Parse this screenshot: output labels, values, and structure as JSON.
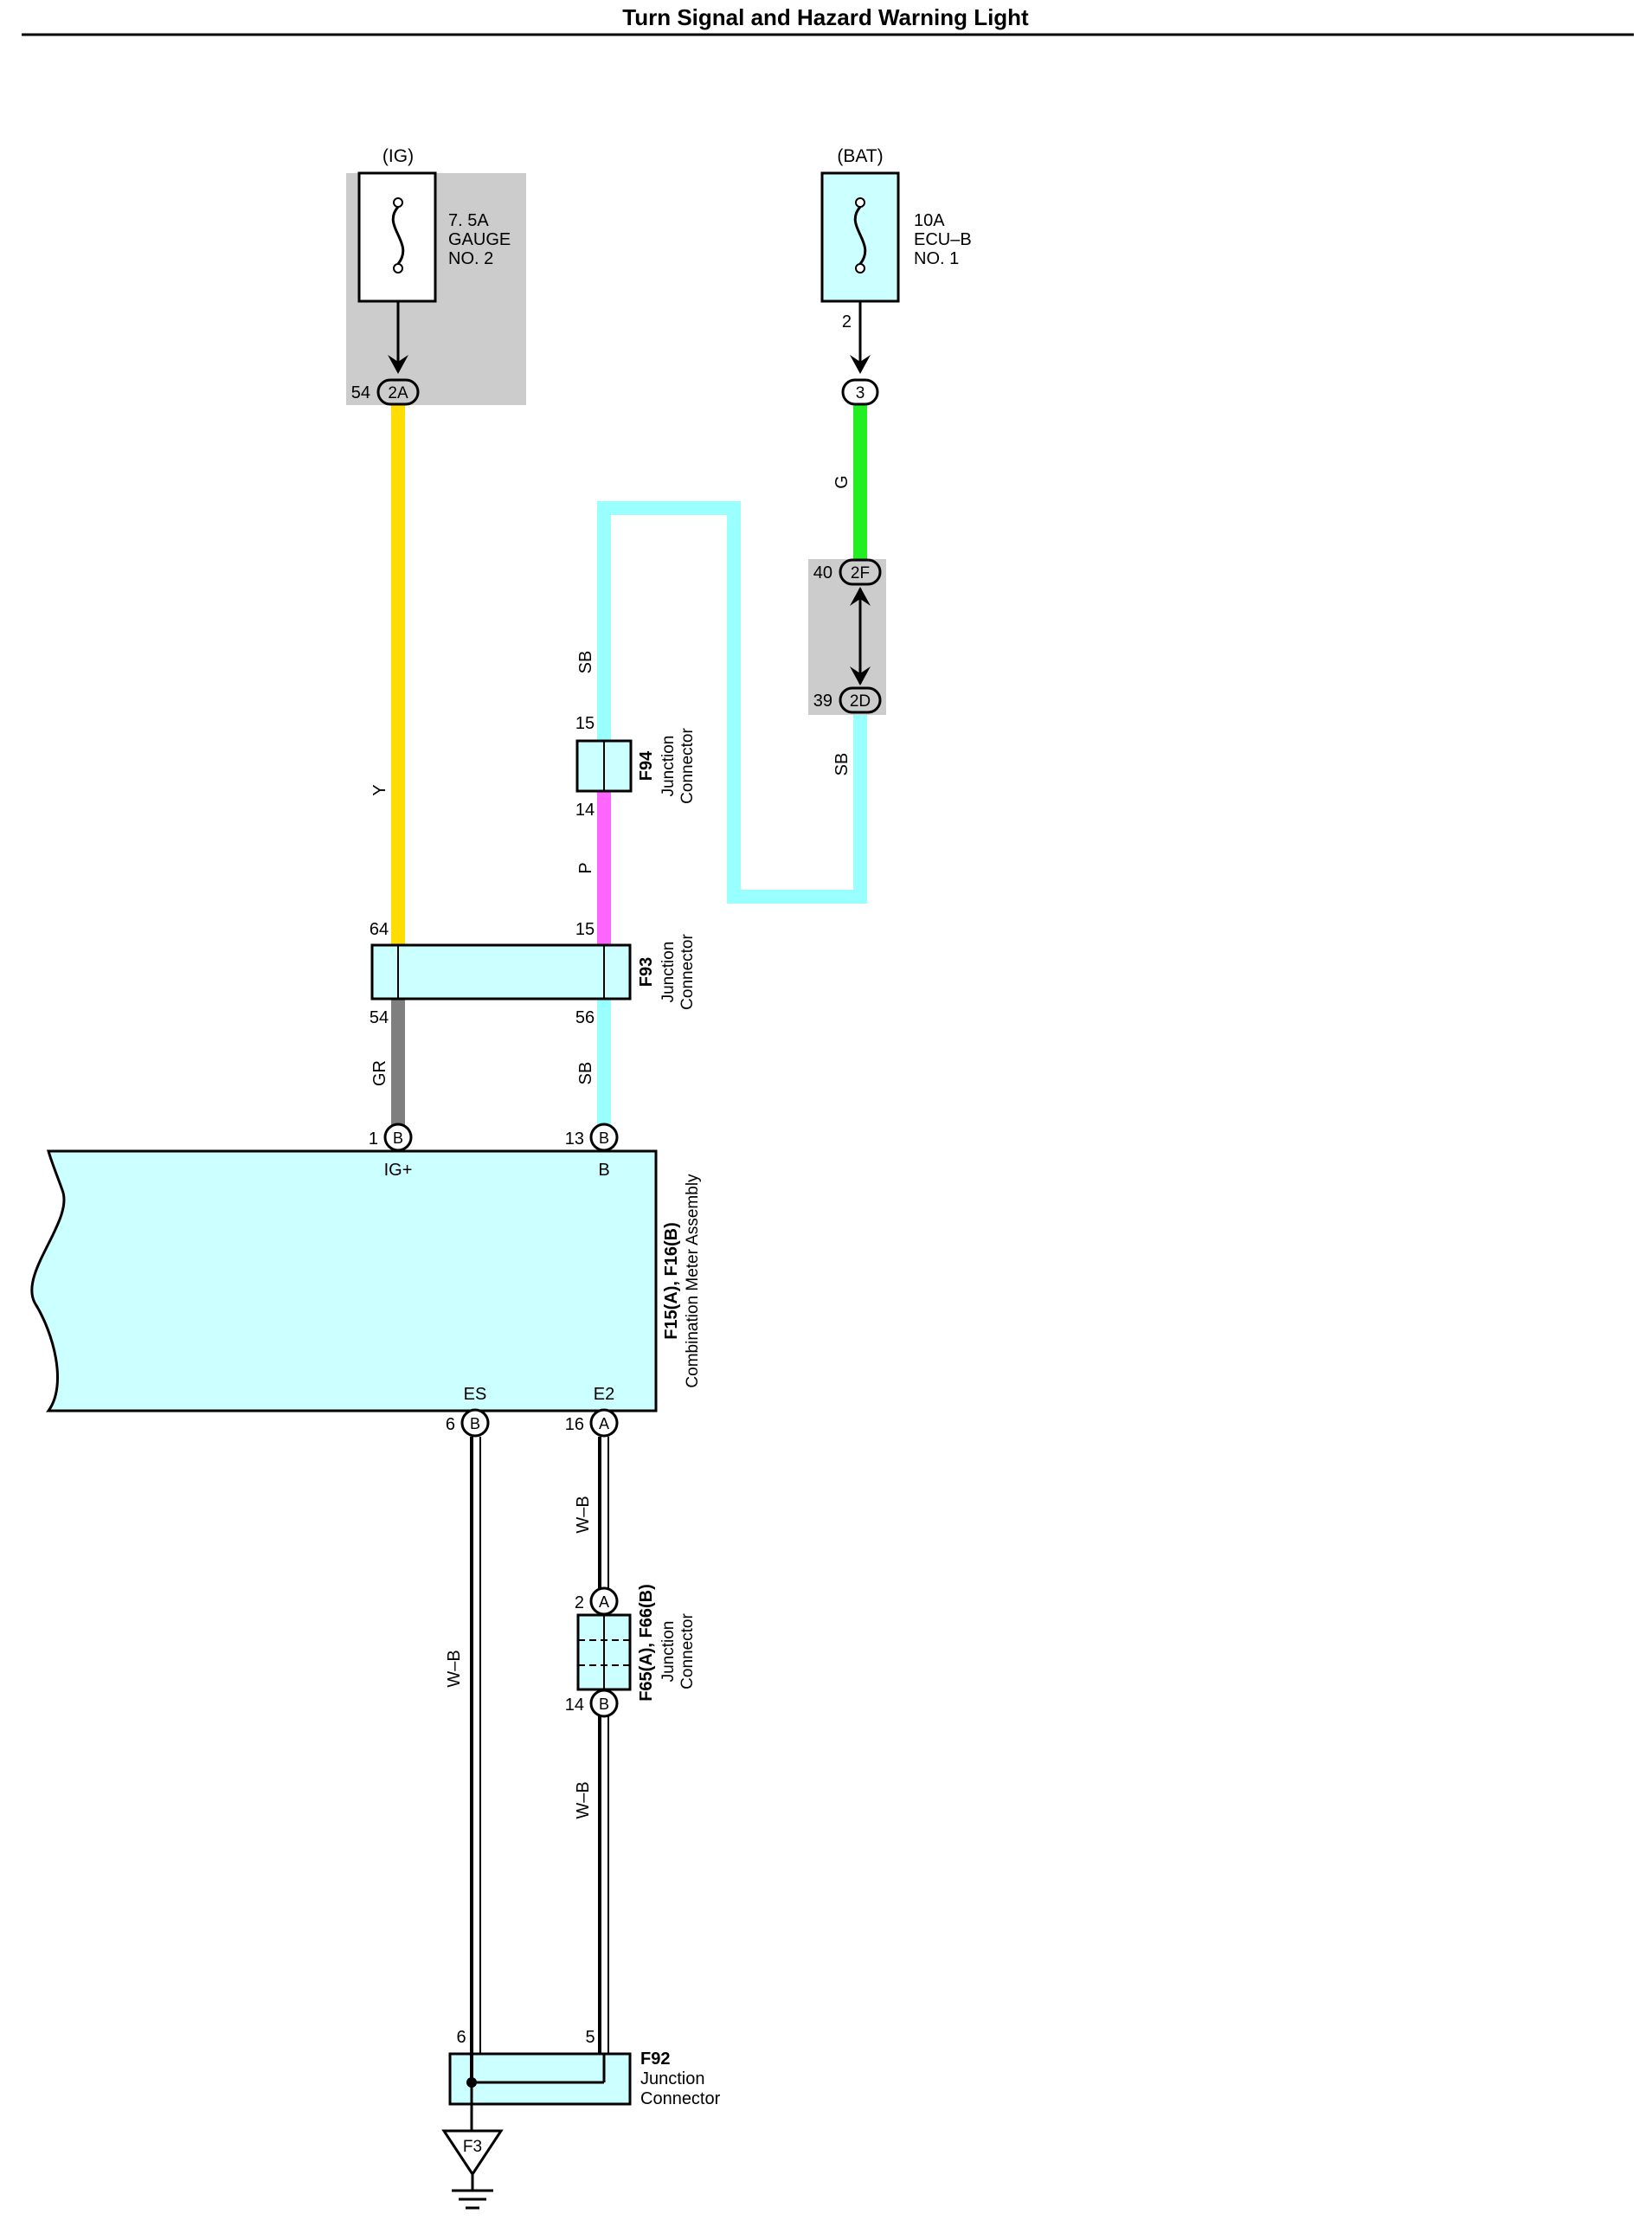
{
  "title": "Turn Signal and Hazard Warning Light",
  "colors": {
    "component_fill": "#ccffff",
    "shade_fill": "#cccccc",
    "wire_Y": "#ffdd00",
    "wire_G": "#22ee22",
    "wire_SB": "#99ffff",
    "wire_P": "#ff66ff",
    "wire_GR": "#7f7f7f",
    "wire_WB": "#000000"
  },
  "fuses": {
    "ig": {
      "supply": "(IG)",
      "line1": "7. 5A",
      "line2": "GAUGE",
      "line3": "NO. 2"
    },
    "bat": {
      "supply": "(BAT)",
      "line1": "10A",
      "line2": "ECU–B",
      "line3": "NO. 1",
      "pin": "2"
    }
  },
  "junction_blocks": {
    "j2A": {
      "code": "2A",
      "pin": "54"
    },
    "j3": {
      "code": "3"
    },
    "j2F": {
      "code": "2F",
      "pin": "40"
    },
    "j2D": {
      "code": "2D",
      "pin": "39"
    }
  },
  "wires": {
    "y": "Y",
    "g": "G",
    "sb_upper": "SB",
    "sb_right": "SB",
    "p": "P",
    "gr": "GR",
    "sb_lower": "SB",
    "wb_left": "W–B",
    "wb_upper": "W–B",
    "wb_lower": "W–B"
  },
  "connectors": {
    "f94": {
      "code": "F94",
      "line1": "Junction",
      "line2": "Connector",
      "pin_top": "15",
      "pin_bottom": "14"
    },
    "f93": {
      "code": "F93",
      "line1": "Junction",
      "line2": "Connector",
      "pin_top_left": "64",
      "pin_top_right": "15",
      "pin_bottom_left": "54",
      "pin_bottom_right": "56"
    },
    "f65": {
      "code": "F65(A), F66(B)",
      "line1": "Junction",
      "line2": "Connector",
      "pin_top": "2",
      "pin_top_tag": "A",
      "pin_bottom": "14",
      "pin_bottom_tag": "B"
    },
    "f92": {
      "code": "F92",
      "line1": "Junction",
      "line2": "Connector",
      "pin_left": "6",
      "pin_right": "5"
    }
  },
  "meter": {
    "code": "F15(A), F16(B)",
    "name": "Combination Meter Assembly",
    "pins": [
      {
        "num": "1",
        "tag": "B",
        "label": "IG+"
      },
      {
        "num": "13",
        "tag": "B",
        "label": "B"
      },
      {
        "num": "6",
        "tag": "B",
        "label": "ES"
      },
      {
        "num": "16",
        "tag": "A",
        "label": "E2"
      }
    ]
  },
  "ground": {
    "code": "F3"
  }
}
